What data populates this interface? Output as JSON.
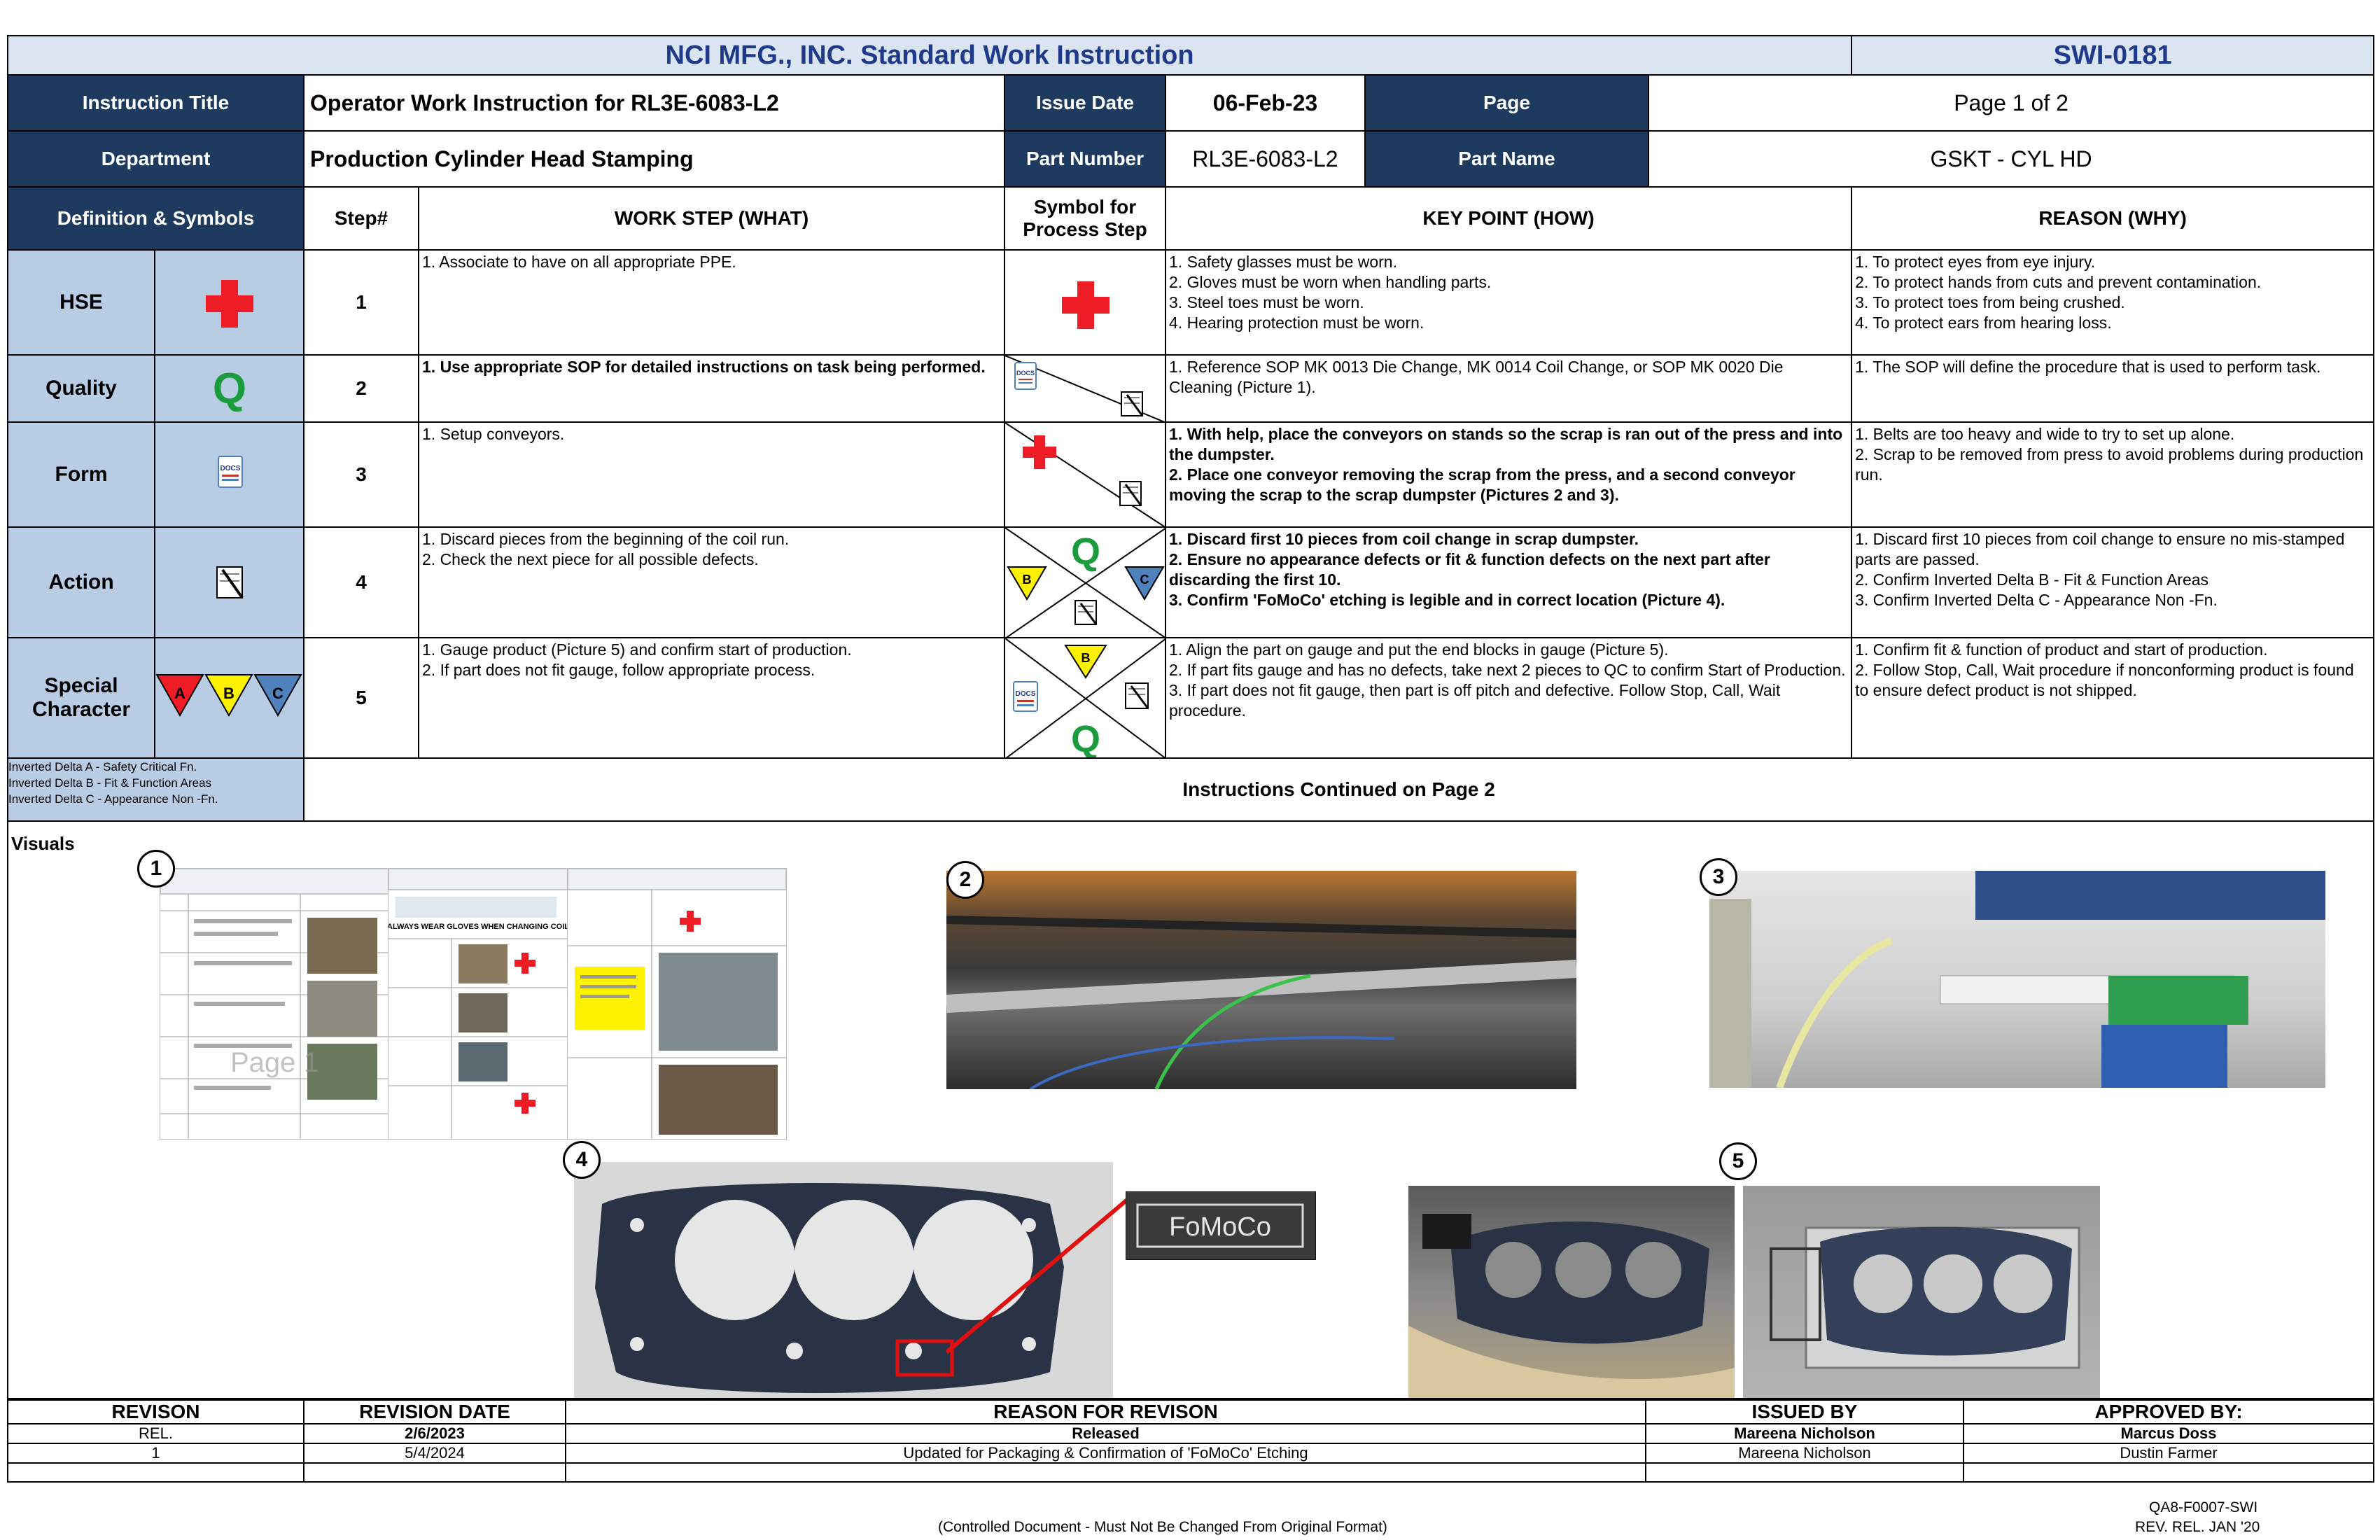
{
  "header": {
    "company_title": "NCI MFG., INC. Standard Work Instruction",
    "doc_number": "SWI-0181",
    "instruction_title_label": "Instruction Title",
    "instruction_title": "Operator Work Instruction for RL3E-6083-L2",
    "issue_date_label": "Issue Date",
    "issue_date": "06-Feb-23",
    "page_label": "Page",
    "page_value": "Page 1 of 2",
    "department_label": "Department",
    "department": "Production Cylinder Head Stamping",
    "part_number_label": "Part Number",
    "part_number": "RL3E-6083-L2",
    "part_name_label": "Part Name",
    "part_name": "GSKT - CYL HD"
  },
  "columns": {
    "definitions": "Definition & Symbols",
    "step": "Step#",
    "work_step": "WORK STEP (WHAT)",
    "symbol_line1": "Symbol for",
    "symbol_line2": "Process Step",
    "key_point": "KEY POINT (HOW)",
    "reason": "REASON (WHY)"
  },
  "definitions": [
    {
      "label": "HSE",
      "icon": "red-cross-icon"
    },
    {
      "label": "Quality",
      "icon": "green-q-icon"
    },
    {
      "label": "Form",
      "icon": "docs-icon"
    },
    {
      "label": "Action",
      "icon": "notepad-icon"
    },
    {
      "label_line1": "Special",
      "label_line2": "Character",
      "icon": "inverted-delta-abc-icon",
      "deltas": [
        "A",
        "B",
        "C"
      ]
    }
  ],
  "colors": {
    "header_blue": "#1f3a5f",
    "light_blue": "#b8cce4",
    "title_band": "#dbe5f1",
    "red": "#ee1c25",
    "green": "#1a9b3c",
    "yellow": "#fff200",
    "delta_blue": "#4f81bd"
  },
  "steps": [
    {
      "num": "1",
      "what": [
        "1. Associate to have on all appropriate PPE."
      ],
      "how": [
        "1. Safety glasses must be worn.",
        "2. Gloves must be worn when handling parts.",
        "3. Steel toes must be worn.",
        "4. Hearing protection must be worn."
      ],
      "why": [
        "1. To protect eyes from eye injury.",
        "2. To protect hands from cuts and prevent contamination.",
        "3. To protect toes from being crushed.",
        "4. To protect ears from hearing loss."
      ]
    },
    {
      "num": "2",
      "what": [
        "1. Use appropriate SOP for detailed instructions on task being performed."
      ],
      "how": [
        "1. Reference SOP MK 0013 Die Change, MK 0014 Coil Change, or SOP MK 0020 Die Cleaning  (Picture 1)."
      ],
      "why": [
        "1. The SOP will define the procedure that is used to perform task."
      ]
    },
    {
      "num": "3",
      "what": [
        "1. Setup conveyors."
      ],
      "how": [
        "1. With help, place the conveyors on stands so the scrap is ran out of the press and into the dumpster.",
        "2. Place one conveyor removing the scrap from the press, and a second conveyor moving the scrap to the scrap dumpster (Pictures 2 and 3)."
      ],
      "why": [
        "1. Belts are too heavy and wide to try to set up alone.",
        "2. Scrap to be removed from press to avoid problems during production run."
      ]
    },
    {
      "num": "4",
      "what": [
        "1. Discard pieces from the beginning of the coil run.",
        "2. Check the next piece for all possible defects."
      ],
      "how": [
        "1. Discard first 10 pieces from coil change in scrap dumpster.",
        "2. Ensure no appearance defects or fit & function defects on the next part after discarding the first 10.",
        "3. Confirm 'FoMoCo' etching is legible and in correct location (Picture 4)."
      ],
      "why": [
        "1. Discard first 10 pieces from coil change to ensure no mis-stamped parts are passed.",
        "2. Confirm Inverted Delta B - Fit & Function Areas",
        "3. Confirm Inverted Delta C  - Appearance Non -Fn."
      ]
    },
    {
      "num": "5",
      "what": [
        "1. Gauge product (Picture 5) and confirm start of production.",
        "2. If part does not fit gauge, follow appropriate process."
      ],
      "how": [
        "1. Align the part on gauge and put the end blocks in gauge (Picture 5).",
        "2. If part fits gauge and has no defects, take next 2 pieces to QC to confirm Start of Production.",
        "3. If part does not fit gauge, then part is off pitch and defective. Follow Stop, Call, Wait procedure."
      ],
      "why": [
        "1. Confirm fit & function of product and start of production.",
        "2. Follow Stop, Call, Wait procedure if nonconforming product is found to ensure defect product is not shipped."
      ]
    }
  ],
  "legend": [
    "Inverted Delta A - Safety Critical Fn.",
    "Inverted Delta B - Fit & Function Areas",
    "Inverted Delta C  - Appearance Non -Fn."
  ],
  "continued": "Instructions Continued on Page 2",
  "visuals": {
    "label": "Visuals",
    "pictures": [
      "1",
      "2",
      "3",
      "4",
      "5"
    ],
    "fomoco_text": "FoMoCo",
    "pic1_banner": "ALWAYS WEAR GLOVES WHEN CHANGING COIL",
    "pic1_page": "Page 1"
  },
  "revisions": {
    "headers": [
      "REVISON",
      "REVISION DATE",
      "REASON FOR REVISON",
      "ISSUED BY",
      "APPROVED BY:"
    ],
    "rows": [
      [
        "REL.",
        "2/6/2023",
        "Released",
        "Mareena Nicholson",
        "Marcus Doss"
      ],
      [
        "1",
        "5/4/2024",
        "Updated for Packaging & Confirmation of 'FoMoCo' Etching",
        "Mareena Nicholson",
        "Dustin Farmer"
      ],
      [
        "",
        "",
        "",
        "",
        ""
      ]
    ]
  },
  "footer": {
    "controlled": "(Controlled Document - Must Not Be Changed From Original Format)",
    "form_number": "QA8-F0007-SWI",
    "rev_rel": "REV. REL. JAN '20"
  }
}
